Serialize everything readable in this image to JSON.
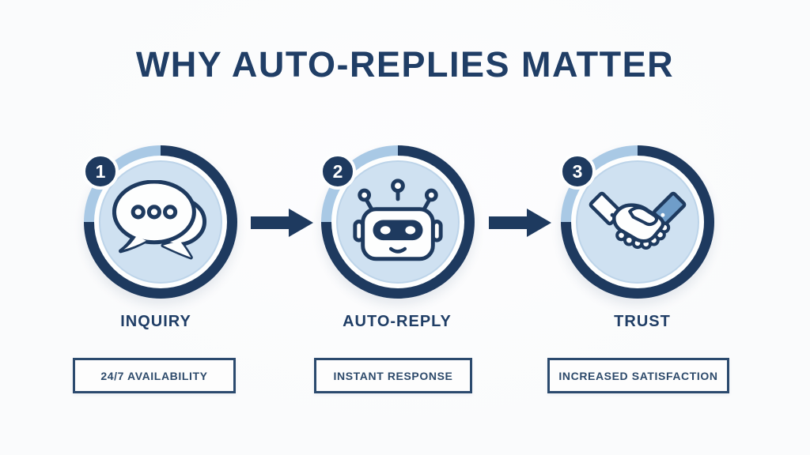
{
  "title": "WHY AUTO-REPLIES MATTER",
  "colors": {
    "navy": "#1e3a5f",
    "navy-text": "#203e66",
    "ring-light": "#a9c9e5",
    "circle-fill": "#cfe1f1",
    "steel-blue": "#6f9dc9",
    "box-border": "#2b4a6e",
    "background": "#fafbfc"
  },
  "steps": [
    {
      "number": "1",
      "label": "INQUIRY",
      "tag": "24/7 AVAILABILITY",
      "icon": "chat-bubbles-icon"
    },
    {
      "number": "2",
      "label": "AUTO-REPLY",
      "tag": "INSTANT RESPONSE",
      "icon": "robot-icon"
    },
    {
      "number": "3",
      "label": "TRUST",
      "tag": "INCREASED SATISFACTION",
      "icon": "handshake-icon"
    }
  ]
}
